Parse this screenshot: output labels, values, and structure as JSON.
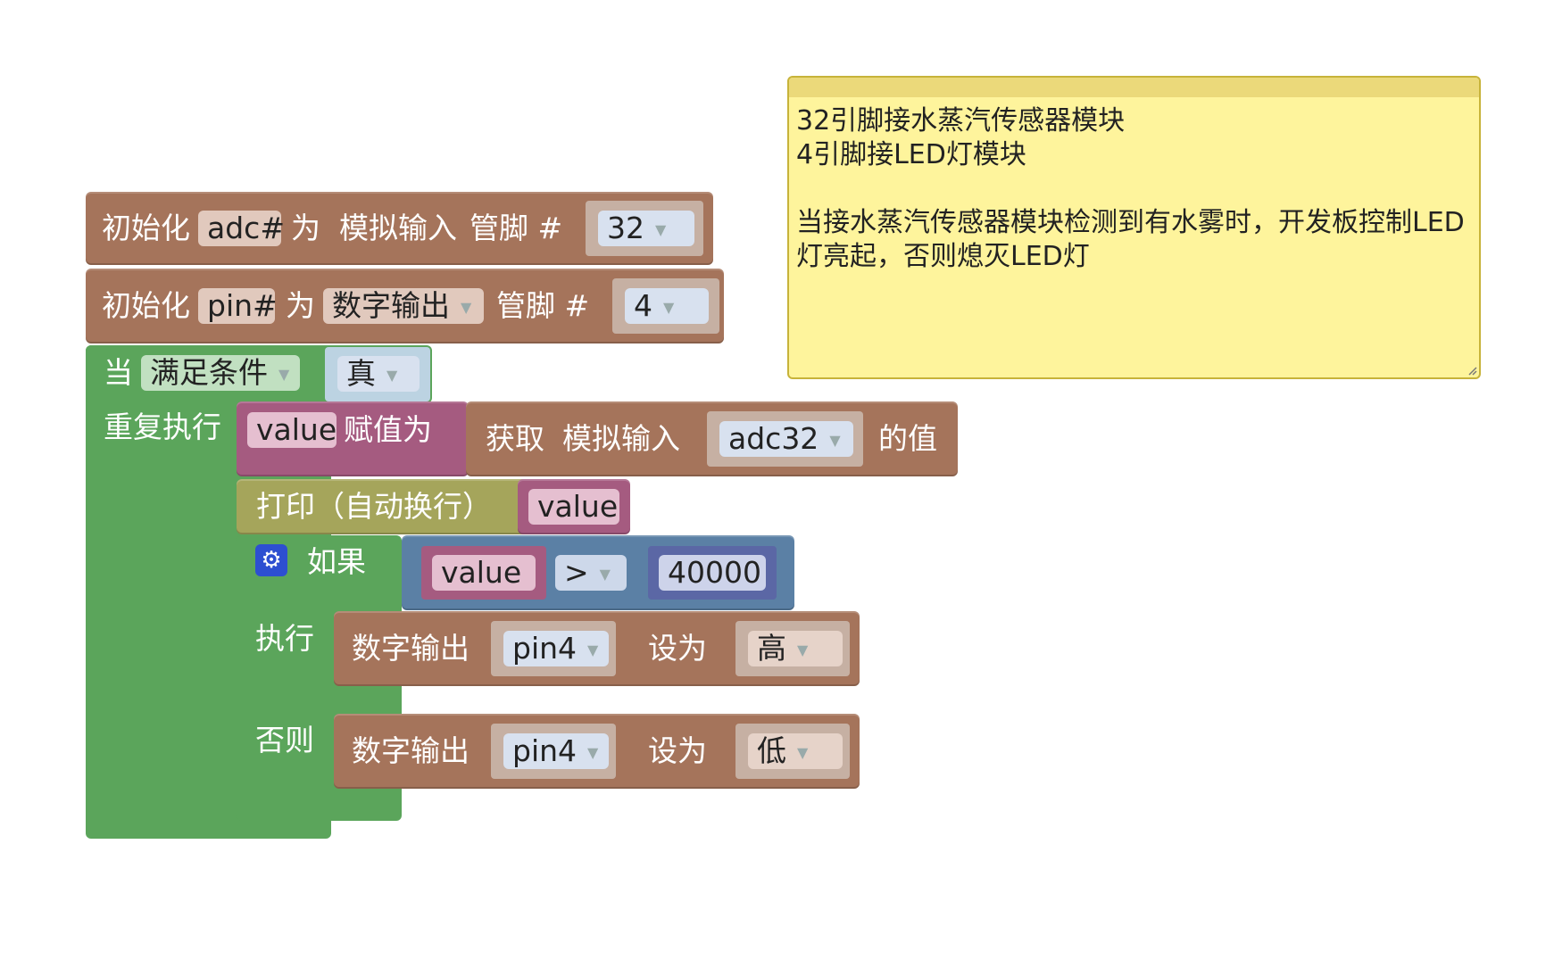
{
  "init_adc": {
    "keyword": "初始化",
    "var": "adc#",
    "as": "为",
    "mode": "模拟输入",
    "pin_label": "管脚 #",
    "pin": "32"
  },
  "init_pin": {
    "keyword": "初始化",
    "var": "pin#",
    "as": "为",
    "mode": "数字输出",
    "pin_label": "管脚 #",
    "pin": "4"
  },
  "loop": {
    "when": "当",
    "condition_mode": "满足条件",
    "condition_value": "真",
    "repeat": "重复执行"
  },
  "assign": {
    "var": "value",
    "assign_label": "赋值为",
    "get": "获取",
    "mode": "模拟输入",
    "channel": "adc32",
    "suffix": "的值"
  },
  "print": {
    "label": "打印（自动换行）",
    "arg": "value"
  },
  "if_block": {
    "if_label": "如果",
    "left": "value",
    "op": ">",
    "right": "40000",
    "then_label": "执行",
    "else_label": "否则"
  },
  "then_stmt": {
    "label": "数字输出",
    "pin": "pin4",
    "set": "设为",
    "value": "高"
  },
  "else_stmt": {
    "label": "数字输出",
    "pin": "pin4",
    "set": "设为",
    "value": "低"
  },
  "comment": {
    "text": "32引脚接水蒸汽传感器模块\n4引脚接LED灯模块\n\n当接水蒸汽传感器模块检测到有水雾时，开发板控制LED灯亮起，否则熄灭LED灯"
  },
  "colors": {
    "brown": "#a5745b",
    "green": "#5ba55b",
    "pink": "#a55b80",
    "olive": "#a5a55b",
    "blue": "#5b80a5",
    "note": "#fef49c"
  }
}
